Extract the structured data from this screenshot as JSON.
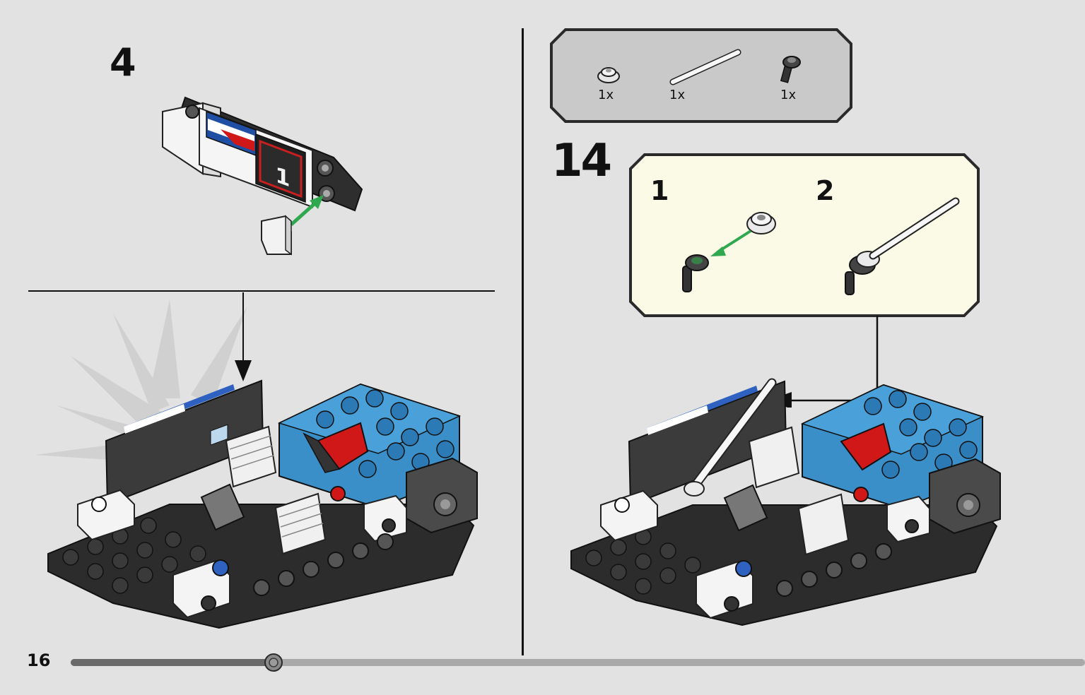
{
  "page": {
    "number": "16"
  },
  "left_step": {
    "number": "4",
    "label_print": "1"
  },
  "right_step": {
    "number": "14",
    "parts": [
      {
        "icon": "round-plate-icon",
        "qty": "1x"
      },
      {
        "icon": "bar-icon",
        "qty": "1x"
      },
      {
        "icon": "bracket-icon",
        "qty": "1x"
      }
    ],
    "substeps": [
      {
        "number": "1"
      },
      {
        "number": "2"
      }
    ]
  },
  "progress": {
    "fraction": 0.2
  },
  "colors": {
    "background": "#e2e2e2",
    "callout_bg": "#fbfae6",
    "parts_bg": "#c9c9c9",
    "brick_blue": "#3b8fc8",
    "brick_red": "#d01818",
    "brick_dark": "#3a3a3a",
    "arrow_green": "#2fa84f"
  }
}
